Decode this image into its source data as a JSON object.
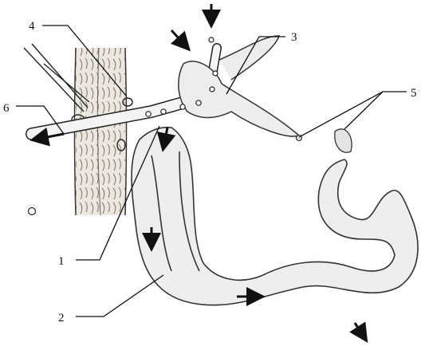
{
  "callouts": [
    {
      "id": "1",
      "text": "1"
    },
    {
      "id": "2",
      "text": "2"
    },
    {
      "id": "3",
      "text": "3"
    },
    {
      "id": "4",
      "text": "4"
    },
    {
      "id": "5",
      "text": "5"
    },
    {
      "id": "6",
      "text": "6"
    }
  ],
  "colors": {
    "ink": "#111111",
    "intestine": "#eeeeee",
    "wall": "#e9e4dc"
  }
}
